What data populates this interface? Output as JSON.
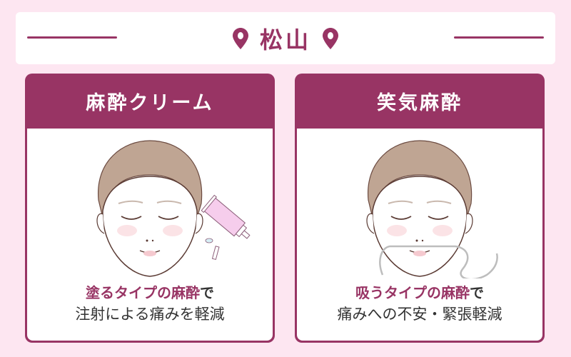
{
  "header": {
    "title": "松山",
    "icon_left": "map-pin-icon",
    "icon_right": "map-pin-icon"
  },
  "colors": {
    "background": "#fde6f1",
    "accent": "#983464",
    "text": "#333333",
    "card_body": "#ffffff"
  },
  "cards": [
    {
      "title": "麻酔クリーム",
      "illustration": "woman-face-with-cream-tube",
      "caption_highlight": "塗るタイプの麻酔",
      "caption_suffix": "で",
      "caption_line2": "注射による痛みを軽減"
    },
    {
      "title": "笑気麻酔",
      "illustration": "woman-face-with-nasal-cannula",
      "caption_highlight": "吸うタイプの麻酔",
      "caption_suffix": "で",
      "caption_line2": "痛みへの不安・緊張軽減"
    }
  ]
}
